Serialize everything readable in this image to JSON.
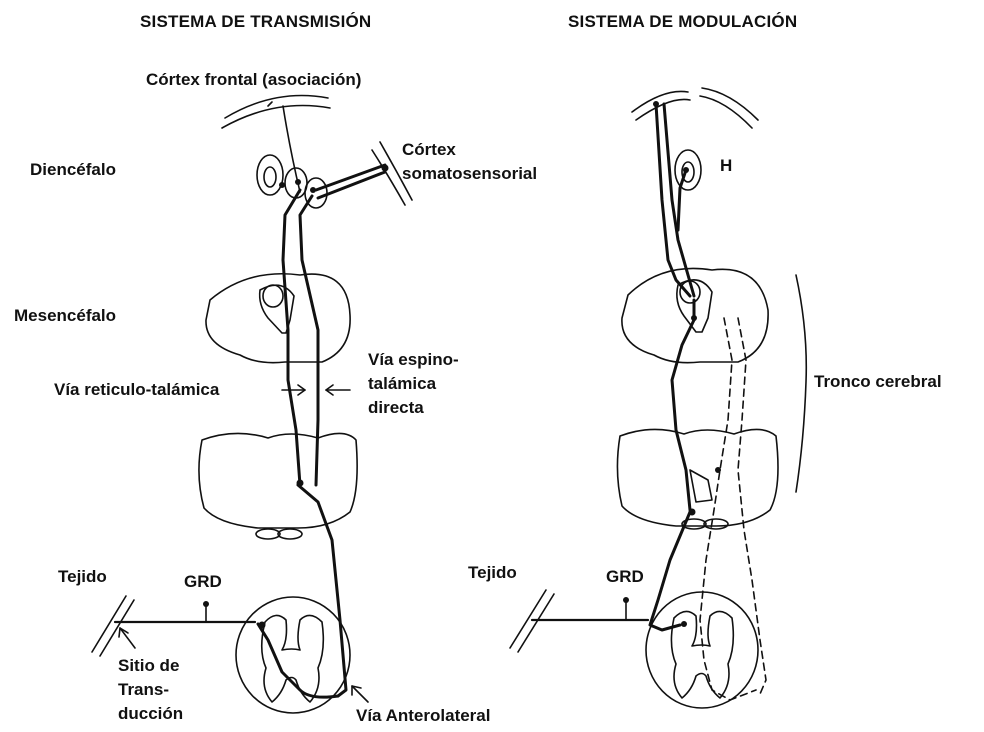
{
  "headers": {
    "left": "SISTEMA DE TRANSMISIÓN",
    "right": "SISTEMA DE MODULACIÓN"
  },
  "labels": {
    "cortex_frontal": "Córtex frontal (asociación)",
    "diencefalo": "Diencéfalo",
    "cortex_somato_1": "Córtex",
    "cortex_somato_2": "somatosensorial",
    "mesencefalo": "Mesencéfalo",
    "via_espino_1": "Vía espino-",
    "via_espino_2": "talámica",
    "via_espino_3": "directa",
    "via_reticulo": "Vía reticulo-talámica",
    "tejido_left": "Tejido",
    "grd_left": "GRD",
    "sitio_1": "Sitio de",
    "sitio_2": "Trans-",
    "sitio_3": "ducción",
    "via_antero": "Vía Anterolateral",
    "h": "H",
    "tronco": "Tronco cerebral",
    "tejido_right": "Tejido",
    "grd_right": "GRD"
  }
}
